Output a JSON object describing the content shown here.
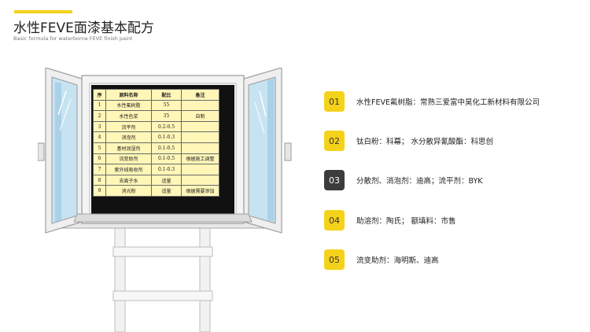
{
  "header": {
    "title": "水性FEVE面漆基本配方",
    "subtitle": "Basic formula for waterborne FEVE finish paint"
  },
  "table": {
    "columns": [
      "序",
      "原料名称",
      "配比",
      "备注"
    ],
    "rows": [
      [
        "1",
        "水性氟树脂",
        "55",
        ""
      ],
      [
        "2",
        "水性色浆",
        "35",
        "自制"
      ],
      [
        "3",
        "流平剂",
        "0.2-0.5",
        ""
      ],
      [
        "4",
        "消泡剂",
        "0.1-0.3",
        ""
      ],
      [
        "5",
        "基材润湿剂",
        "0.1-0.5",
        ""
      ],
      [
        "6",
        "流变助剂",
        "0.1-0.5",
        "根据施工调整"
      ],
      [
        "7",
        "紫外线吸收剂",
        "0.1-0.3",
        ""
      ],
      [
        "8",
        "去离子水",
        "适量",
        ""
      ],
      [
        "9",
        "消光粉",
        "适量",
        "根据需要添加"
      ]
    ]
  },
  "list": [
    {
      "num": "01",
      "text": "水性FEVE氟树脂：常熟三爱富中昊化工新材料有限公司",
      "style": "yellow"
    },
    {
      "num": "02",
      "text": "钛白粉：科幕；   水分散异氰酸酯：科思创",
      "style": "yellow"
    },
    {
      "num": "03",
      "text": "分散剂、消泡剂：迪高；流平剂：BYK",
      "style": "dark"
    },
    {
      "num": "04",
      "text": "助溶剂：陶氏； 额填料：市售",
      "style": "yellow"
    },
    {
      "num": "05",
      "text": "流变助剂：海明斯、迪高",
      "style": "yellow"
    }
  ],
  "colors": {
    "accent": "#f5d21a",
    "dark_badge": "#3c3c3c",
    "table_bg": "#fff6b8"
  },
  "illustration": "window-icon"
}
